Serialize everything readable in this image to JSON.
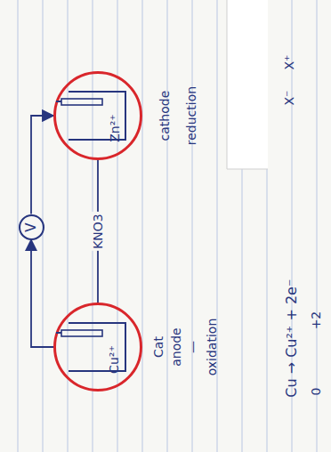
{
  "diagram": {
    "nodes": [
      {
        "text": [
          "V"
        ]
      },
      {
        "text": [
          "Cu²⁺"
        ]
      },
      {
        "text": [
          "Zn²⁺"
        ]
      }
    ],
    "edges": [
      {
        "from": 1,
        "to": 0,
        "arrow": "to"
      },
      {
        "from": 0,
        "to": 2,
        "arrow": "to"
      },
      {
        "from": 1,
        "to": 2,
        "label": "KNO3",
        "arrow": "none"
      }
    ],
    "labels": [
      "Cat",
      "anode",
      "—",
      "oxidation",
      "cathode",
      "reduction",
      "X⁻",
      "X⁺",
      "Cu → Cu²⁺ + 2e⁻",
      "0",
      "+2"
    ]
  }
}
